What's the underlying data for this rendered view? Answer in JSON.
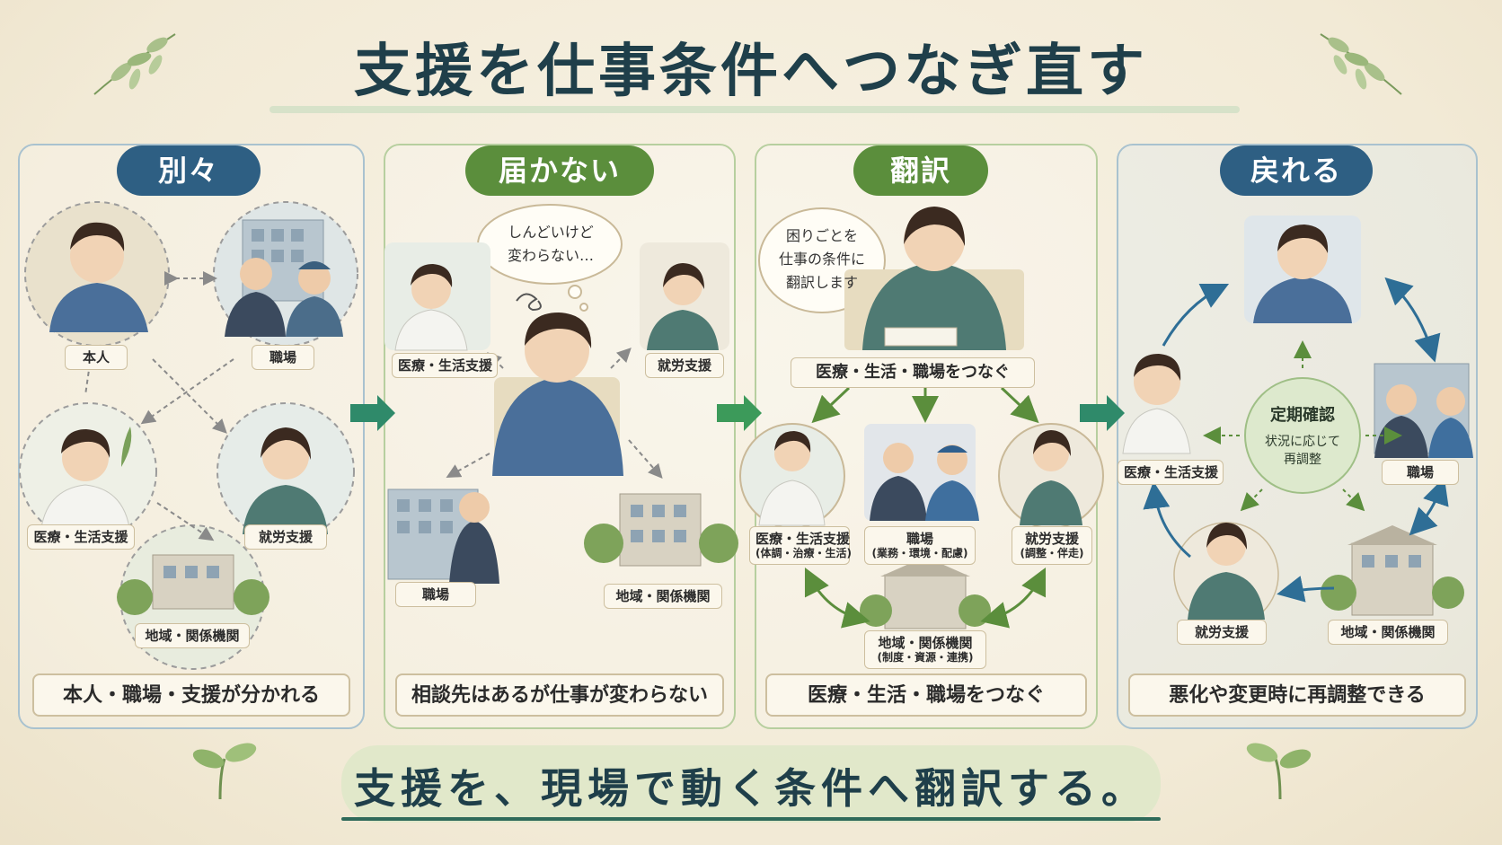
{
  "title": "支援を仕事条件へつなぎ直す",
  "panels": [
    {
      "heading": "別々",
      "caption": "本人・職場・支援が分かれる",
      "labels": {
        "person": "本人",
        "workplace": "職場",
        "medical": "医療・生活支援",
        "employment": "就労支援",
        "community": "地域・関係機関"
      }
    },
    {
      "heading": "届かない",
      "caption": "相談先はあるが仕事が変わらない",
      "thought": [
        "しんどいけど",
        "変わらない…"
      ],
      "labels": {
        "medical": "医療・生活支援",
        "employment": "就労支援",
        "workplace": "職場",
        "community": "地域・関係機関"
      }
    },
    {
      "heading": "翻訳",
      "caption": "医療・生活・職場をつなぐ",
      "speech": [
        "困りごとを",
        "仕事の条件に",
        "翻訳します"
      ],
      "banner": "医療・生活・職場をつなぐ",
      "labels": {
        "medical": "医療・生活支援",
        "medical_sub": "(体調・治療・生活)",
        "workplace": "職場",
        "workplace_sub": "(業務・環境・配慮)",
        "employment": "就労支援",
        "employment_sub": "(調整・伴走)",
        "community": "地域・関係機関",
        "community_sub": "(制度・資源・連携)"
      }
    },
    {
      "heading": "戻れる",
      "caption": "悪化や変更時に再調整できる",
      "center": {
        "title": "定期確認",
        "line1": "状況に応じて",
        "line2": "再調整"
      },
      "labels": {
        "medical": "医療・生活支援",
        "workplace": "職場",
        "employment": "就労支援",
        "community": "地域・関係機関"
      }
    }
  ],
  "bottom_message": "支援を、現場で動く条件へ翻訳する。",
  "colors": {
    "navy": "#2e5f83",
    "green": "#5b8e3c",
    "teal_arrow": "#2f8a6a",
    "text_dark": "#1f3f4a"
  },
  "icons": [
    "leaf-sprig-icon",
    "arrow-right-icon",
    "scribble-icon"
  ]
}
